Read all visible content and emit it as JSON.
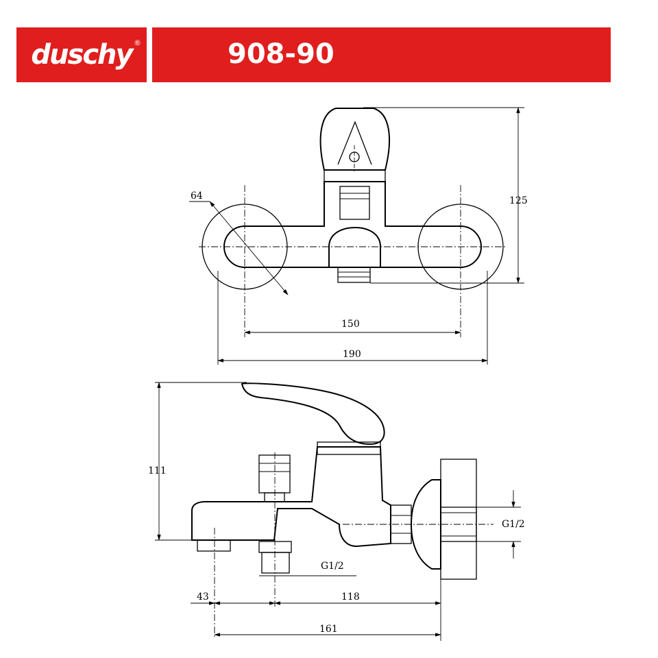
{
  "colors": {
    "brand_red": "#e01e1e"
  },
  "header": {
    "brand": "duschy",
    "registered": "®",
    "model": "908-90"
  },
  "front_view": {
    "dim_diameter": "64",
    "dim_height": "125",
    "dim_centers": "150",
    "dim_width": "190"
  },
  "side_view": {
    "dim_height": "111",
    "dim_thread_side": "G1/2",
    "dim_thread_bottom": "G1/2",
    "dim_spout_offset": "43",
    "dim_outlet_to_wall": "118",
    "dim_total_depth": "161"
  }
}
